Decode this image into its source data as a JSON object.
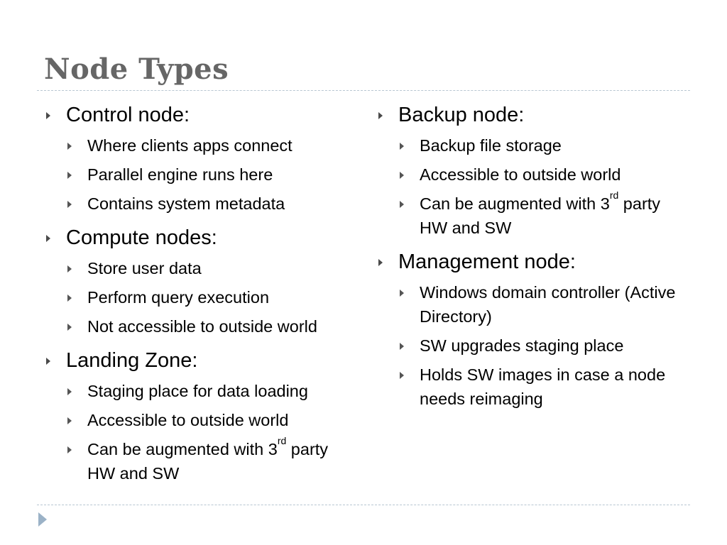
{
  "slide": {
    "title": "Node Types",
    "left_column": [
      {
        "heading": "Control node:",
        "items": [
          {
            "text": "Where clients apps connect"
          },
          {
            "text": "Parallel engine runs here"
          },
          {
            "text": "Contains system metadata"
          }
        ]
      },
      {
        "heading": "Compute nodes:",
        "items": [
          {
            "text": "Store user data"
          },
          {
            "text": "Perform query execution"
          },
          {
            "text": "Not accessible to outside world"
          }
        ]
      },
      {
        "heading": "Landing Zone:",
        "items": [
          {
            "text": "Staging place for data loading"
          },
          {
            "text": "Accessible to outside world"
          },
          {
            "text": "Can be augmented with 3",
            "sup": "rd",
            "rest": " party HW and SW"
          }
        ]
      }
    ],
    "right_column": [
      {
        "heading": "Backup node:",
        "items": [
          {
            "text": "Backup file storage"
          },
          {
            "text": "Accessible to outside world"
          },
          {
            "text": "Can be augmented with 3",
            "sup": "rd",
            "rest": " party HW and SW"
          }
        ]
      },
      {
        "heading": "Management node:",
        "items": [
          {
            "text": "Windows domain controller (Active Directory)"
          },
          {
            "text": "SW upgrades staging place"
          },
          {
            "text": "Holds SW images in case a node needs reimaging"
          }
        ]
      }
    ]
  }
}
